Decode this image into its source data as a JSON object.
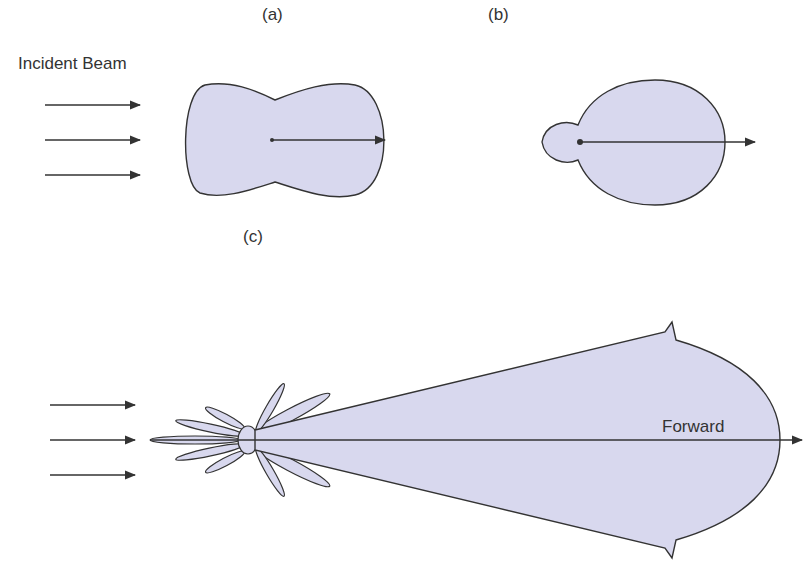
{
  "diagram": {
    "labels": [
      "(a)",
      "(b)",
      "Incident Beam",
      "(c)",
      "Forward"
    ]
  }
}
